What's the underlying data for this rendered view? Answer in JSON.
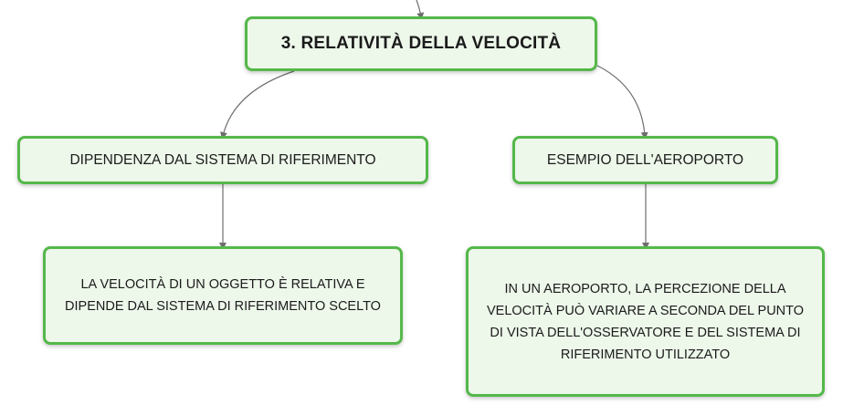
{
  "main_topic": {
    "label": "3. RELATIVITÀ DELLA VELOCITÀ"
  },
  "branches": [
    {
      "label": "DIPENDENZA DAL SISTEMA DI RIFERIMENTO",
      "detail": "LA VELOCITÀ DI UN OGGETTO È RELATIVA E DIPENDE DAL SISTEMA DI RIFERIMENTO SCELTO"
    },
    {
      "label": "ESEMPIO DELL'AEROPORTO",
      "detail": "IN UN AEROPORTO, LA PERCEZIONE DELLA VELOCITÀ PUÒ VARIARE A SECONDA DEL PUNTO DI VISTA DELL'OSSERVATORE E DEL SISTEMA DI RIFERIMENTO UTILIZZATO"
    }
  ],
  "colors": {
    "node_border": "#55b84a",
    "node_fill": "#edf7ea",
    "connector": "#6e6e6e"
  }
}
